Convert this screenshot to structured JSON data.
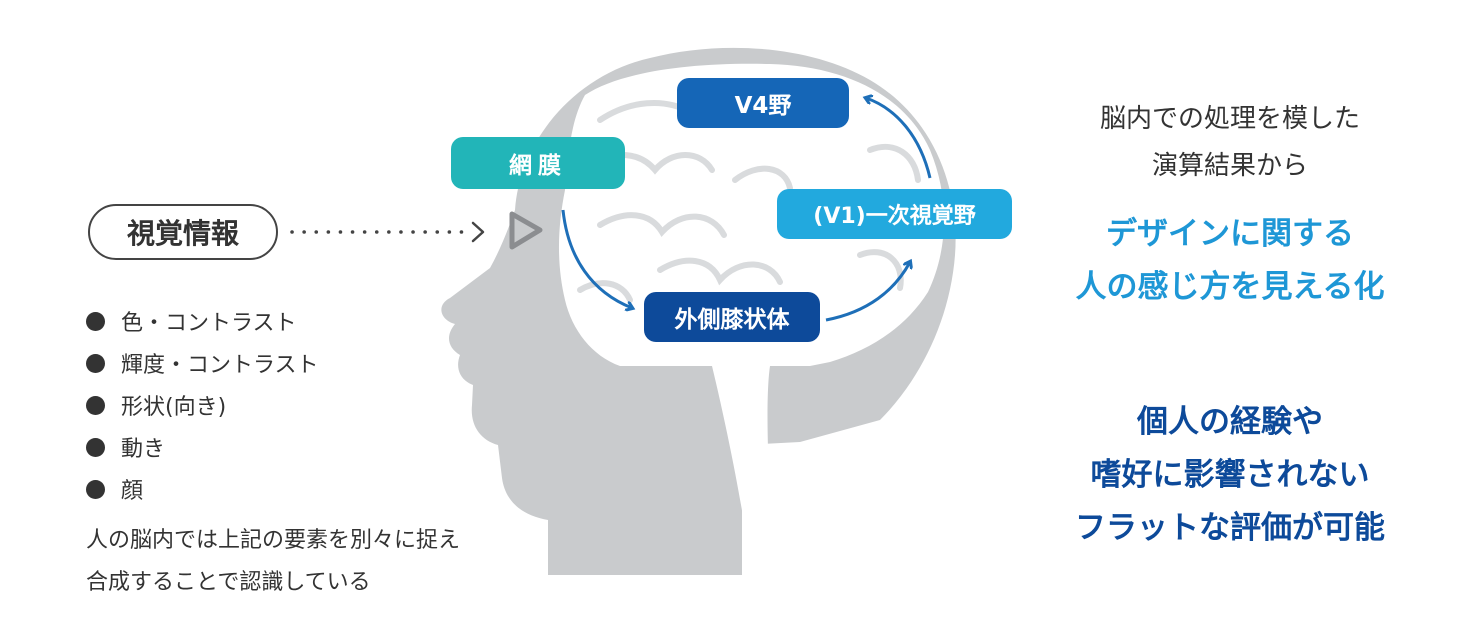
{
  "diagram": {
    "input_label": "視覚情報",
    "nodes": {
      "retina": "網膜",
      "lgn": "外側膝状体",
      "v1": "(V1)一次視覚野",
      "v4": "V4野"
    },
    "features": [
      "色・コントラスト",
      "輝度・コントラスト",
      "形状(向き)",
      "動き",
      "顔"
    ],
    "note_lines": [
      "人の脳内では上記の要素を別々に捉え",
      "合成することで認識している"
    ]
  },
  "right_panel": {
    "intro_lines": [
      "脳内での処理を模した",
      "演算結果から"
    ],
    "highlight_lines": [
      "デザインに関する",
      "人の感じ方を見える化"
    ],
    "benefit_lines": [
      "個人の経験や",
      "嗜好に影響されない",
      "フラットな評価が可能"
    ]
  },
  "colors": {
    "head": "#c9cbcd",
    "brain": "#ffffff",
    "retina": "#22b5b8",
    "lgn": "#0d4a9a",
    "v1": "#22a9de",
    "v4": "#1566b7",
    "arrow": "#1e6fb8",
    "highlight_text": "#1e97d6",
    "benefit_text": "#0d4a9a",
    "body_text": "#333333"
  },
  "icons": [
    "dotted-arrow-icon",
    "eye-icon",
    "bullet-icon",
    "flow-arrow-icon"
  ]
}
